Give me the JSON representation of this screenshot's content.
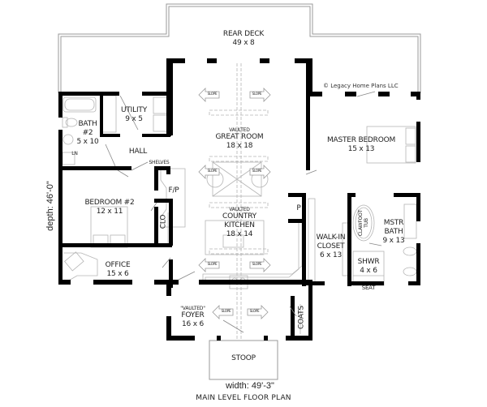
{
  "plan": {
    "title": "MAIN LEVEL FLOOR PLAN",
    "width_label": "width: 49'-3\"",
    "depth_label": "depth: 46'-0\"",
    "copyright": "© Legacy Home Plans LLC",
    "colors": {
      "wall": "#000000",
      "fixture": "#b0b0b0",
      "background": "#ffffff",
      "text": "#222222"
    }
  },
  "rooms": {
    "rear_deck": {
      "name": "REAR DECK",
      "size": "49 x 8"
    },
    "great_room": {
      "note": "VAULTED",
      "name": "GREAT ROOM",
      "size": "18 x 18"
    },
    "master_bedroom": {
      "name": "MASTER BEDROOM",
      "size": "15 x 13"
    },
    "utility": {
      "name": "UTILITY",
      "size": "9 x 5"
    },
    "bath2": {
      "name": "BATH",
      "num": "#2",
      "size": "5 x 10"
    },
    "hall": {
      "name": "HALL"
    },
    "shelves": {
      "name": "SHELVES"
    },
    "ln": {
      "name": "LN"
    },
    "fp": {
      "name": "F/P"
    },
    "bedroom2": {
      "name": "BEDROOM #2",
      "size": "12 x 11"
    },
    "clo": {
      "name": "CLO"
    },
    "kitchen": {
      "note": "VAULTED",
      "name1": "COUNTRY",
      "name2": "KITCHEN",
      "size": "18 x 14"
    },
    "pantry": {
      "name": "P"
    },
    "walk_in_closet": {
      "name1": "WALK-IN",
      "name2": "CLOSET",
      "size": "6 x 13"
    },
    "clawfoot_tub": {
      "name1": "CLAWFOOT",
      "name2": "TUB"
    },
    "mstr_bath": {
      "name1": "MSTR",
      "name2": "BATH",
      "size": "9 x 13"
    },
    "shower": {
      "name": "SHWR",
      "size": "4 x 6"
    },
    "seat": {
      "name": "SEAT"
    },
    "office": {
      "name": "OFFICE",
      "size": "15 x 6"
    },
    "foyer": {
      "note": "\"VAULTED\"",
      "name": "FOYER",
      "size": "16 x 6"
    },
    "coats": {
      "name": "COATS"
    },
    "stoop": {
      "name": "STOOP"
    }
  },
  "slope_label": "SLOPE"
}
